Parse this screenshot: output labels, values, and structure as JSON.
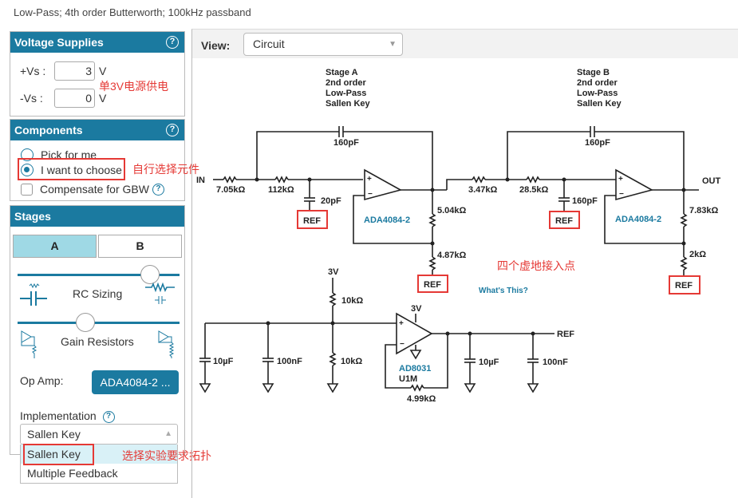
{
  "page": {
    "subtitle": "Low-Pass; 4th order Butterworth; 100kHz passband"
  },
  "voltage_supplies": {
    "title": "Voltage Supplies",
    "help": "?",
    "pos_label": "+Vs :",
    "pos_value": "3",
    "neg_label": "-Vs :",
    "neg_value": "0",
    "unit": "V",
    "annotation": "单3V电源供电"
  },
  "components": {
    "title": "Components",
    "help": "?",
    "options": [
      {
        "label": "Pick for me",
        "selected": false
      },
      {
        "label": "I want to choose",
        "selected": true
      }
    ],
    "compensate_label": "Compensate for GBW",
    "compensate_checked": false,
    "annotation": "自行选择元件"
  },
  "stages": {
    "title": "Stages",
    "tabs": [
      {
        "label": "A",
        "active": true
      },
      {
        "label": "B",
        "active": false
      }
    ],
    "rc_sizing_label": "RC Sizing",
    "rc_sizing_position": 0.82,
    "gain_resistors_label": "Gain Resistors",
    "gain_resistors_position": 0.42,
    "op_amp_label": "Op Amp:",
    "op_amp_value": "ADA4084-2 ...",
    "implementation_label": "Implementation",
    "implementation_value": "Sallen Key",
    "implementation_options": [
      "Sallen Key",
      "Multiple Feedback"
    ],
    "annotation": "选择实验要求拓扑"
  },
  "view": {
    "label": "View:",
    "value": "Circuit"
  },
  "circuit": {
    "stage_a": {
      "title": [
        "Stage A",
        "2nd order",
        "Low-Pass",
        "Sallen Key"
      ],
      "r1": "7.05kΩ",
      "r2": "112kΩ",
      "c_feedback": "160pF",
      "c_ground": "20pF",
      "opamp": "ADA4084-2",
      "rf": "5.04kΩ",
      "rg": "4.87kΩ"
    },
    "stage_b": {
      "title": [
        "Stage B",
        "2nd order",
        "Low-Pass",
        "Sallen Key"
      ],
      "r1": "3.47kΩ",
      "r2": "28.5kΩ",
      "c_feedback": "160pF",
      "c_ground": "160pF",
      "opamp": "ADA4084-2",
      "rf": "7.83kΩ",
      "rg": "2kΩ"
    },
    "input_label": "IN",
    "output_label": "OUT",
    "ref_label": "REF",
    "whats_this": "What's This?",
    "annotation": "四个虚地接入点",
    "ref_generator": {
      "supply": "3V",
      "r_top": "10kΩ",
      "r_bottom": "10kΩ",
      "c1": "10µF",
      "c2": "100nF",
      "buffer_opamp": "AD8031",
      "designator": "U1M",
      "buffer_supply": "3V",
      "r_feedback": "4.99kΩ",
      "c_out1": "10µF",
      "c_out2": "100nF",
      "output": "REF"
    }
  }
}
